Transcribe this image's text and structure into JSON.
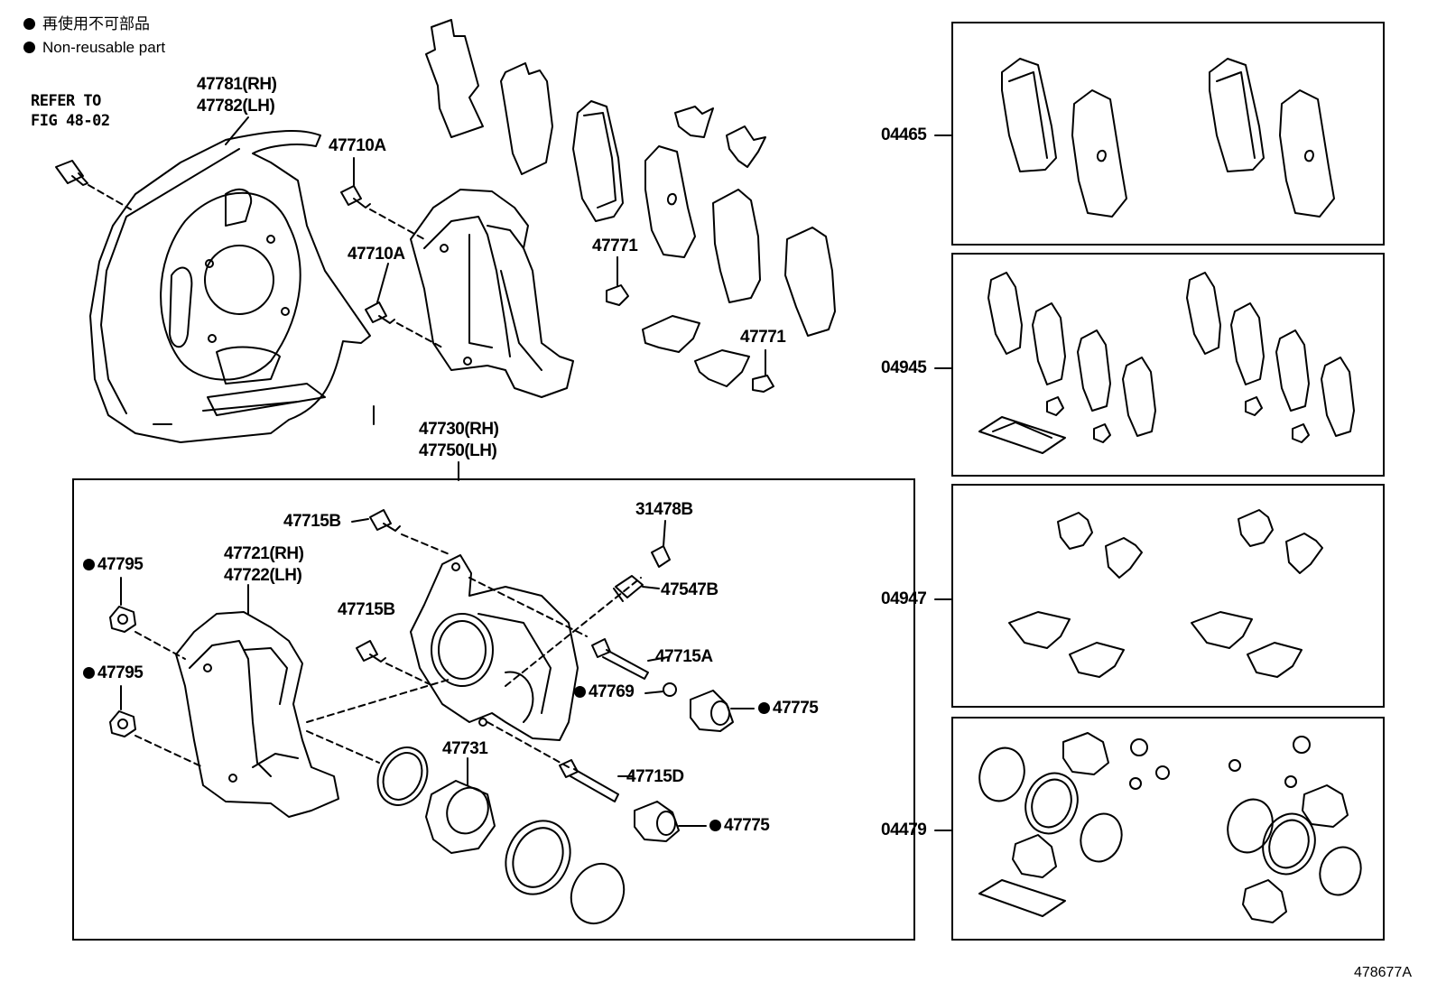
{
  "legend": {
    "jp": "再使用不可部品",
    "en": "Non-reusable part"
  },
  "refer": {
    "line1": "REFER TO",
    "line2": "FIG 48-02"
  },
  "labels": {
    "dust_cover_rh": "47781(RH)",
    "dust_cover_lh": "47782(LH)",
    "bolt_a1": "47710A",
    "bolt_a2": "47710A",
    "clip_1": "47771",
    "clip_2": "47771",
    "cyl_rh": "47730(RH)",
    "cyl_lh": "47750(LH)",
    "bolt_b1": "47715B",
    "bolt_b2": "47715B",
    "mount_rh": "47721(RH)",
    "mount_lh": "47722(LH)",
    "washer_1": "47795",
    "washer_2": "47795",
    "cap": "31478B",
    "bleeder": "47547B",
    "pin_a": "47715A",
    "seal_769": "47769",
    "boot_1": "47775",
    "boot_2": "47775",
    "piston": "47731",
    "pin_d": "47715D",
    "kit_04465": "04465",
    "kit_04945": "04945",
    "kit_04947": "04947",
    "kit_04479": "04479"
  },
  "figure_id": "478677A"
}
